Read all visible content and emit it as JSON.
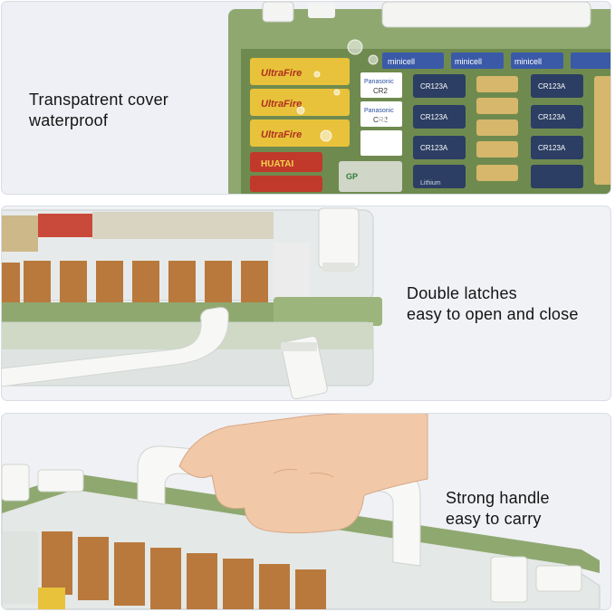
{
  "panels": [
    {
      "caption_lines": [
        "Transpatrent cover",
        "waterproof"
      ]
    },
    {
      "caption_lines": [
        "Double latches",
        "easy to open and close"
      ]
    },
    {
      "caption_lines": [
        "Strong handle",
        "easy to carry"
      ]
    }
  ],
  "battery_labels": {
    "aa_brand": "UltraFire",
    "nine_v_brand": "minicell",
    "button_brand": "Panasonic",
    "button_model": "CR2",
    "cr123_model": "CR123A",
    "cr123_sub": "Lithium",
    "huatai": "HUATAI",
    "gp": "GP"
  },
  "colors": {
    "case_green": "#8fa870",
    "dark_green": "#6f8a4f",
    "battery_yellow": "#e8c23a",
    "battery_red": "#c0392b",
    "plastic_white": "#f7f8f6"
  }
}
